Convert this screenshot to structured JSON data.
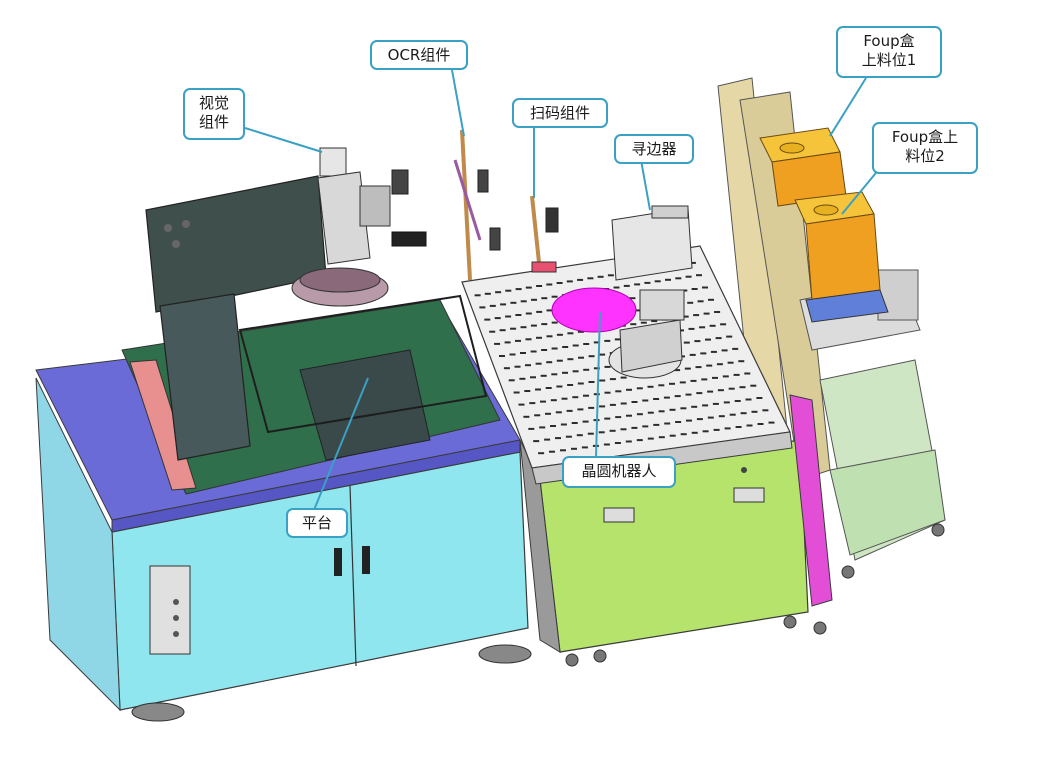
{
  "labels": {
    "vision": [
      "视觉",
      "组件"
    ],
    "ocr": "OCR组件",
    "scan": "扫码组件",
    "edge_finder": "寻边器",
    "foup1": [
      "Foup盒",
      "上料位1"
    ],
    "foup2": [
      "Foup盒上",
      "料位2"
    ],
    "platform": "平台",
    "wafer_robot": "晶圆机器人"
  },
  "colors": {
    "callout_border": "#3aa0c4",
    "wafer": "#ff33ff",
    "cabinet_cyan": "#8fe6ee",
    "cabinet_green": "#b5e36b",
    "frame_purple": "#6b6bd8",
    "granite": "#3f4f4c",
    "foup_orange": "#f0a020"
  }
}
